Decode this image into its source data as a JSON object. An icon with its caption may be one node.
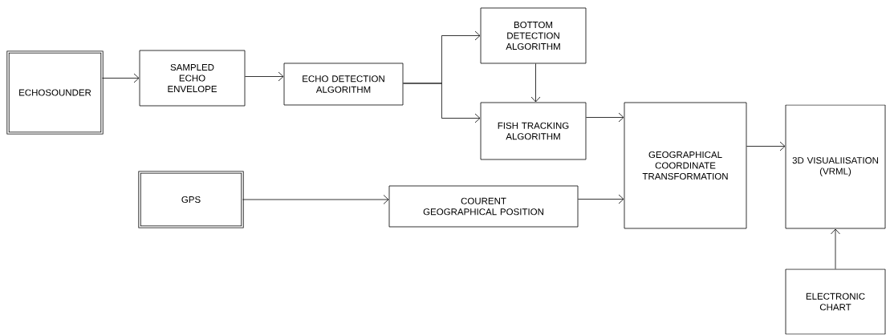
{
  "diagram": {
    "nodes": [
      {
        "text": [
          "ECHOSOUNDER"
        ]
      },
      {
        "text": [
          "SAMPLED ECHO ENVELOPE"
        ]
      },
      {
        "text": [
          "ECHO DETECTION ALGORITHM"
        ]
      },
      {
        "text": [
          "BOTTOM DETECTION ALGORITHM"
        ]
      },
      {
        "text": [
          "FISH TRACKING ALGORITHM"
        ]
      },
      {
        "text": [
          "GEOGRAPHICAL COORDINATE TRANSFORMATION"
        ]
      },
      {
        "text": [
          "3D VISUALIISATION (VRML)"
        ]
      },
      {
        "text": [
          "GPS"
        ]
      },
      {
        "text": [
          "COURENT GEOGRAPHICAL POSITION"
        ]
      },
      {
        "text": [
          "ELECTRONIC CHART"
        ]
      }
    ],
    "edges": [
      {
        "from": 0,
        "to": 1,
        "arrow": "to"
      },
      {
        "from": 1,
        "to": 2,
        "arrow": "to"
      },
      {
        "from": 2,
        "to": 3,
        "arrow": "to"
      },
      {
        "from": 2,
        "to": 4,
        "arrow": "to"
      },
      {
        "from": 3,
        "to": 4,
        "arrow": "to"
      },
      {
        "from": 4,
        "to": 5,
        "arrow": "to"
      },
      {
        "from": 7,
        "to": 8,
        "arrow": "to"
      },
      {
        "from": 8,
        "to": 5,
        "arrow": "to"
      },
      {
        "from": 5,
        "to": 6,
        "arrow": "to"
      },
      {
        "from": 9,
        "to": 6,
        "arrow": "to"
      }
    ]
  }
}
